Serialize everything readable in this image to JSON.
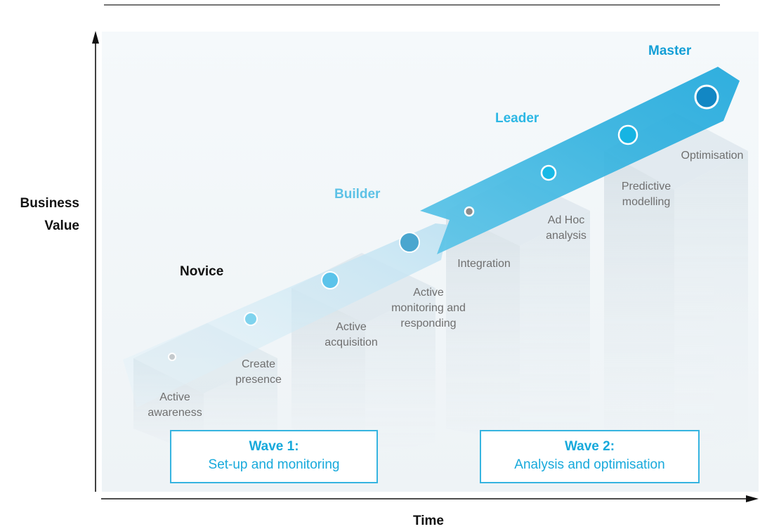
{
  "axes": {
    "y_label": [
      "Business",
      "Value"
    ],
    "x_label": "Time"
  },
  "stages": [
    {
      "name": "Novice",
      "color": "#111111"
    },
    {
      "name": "Builder",
      "color": "#5dc2e6"
    },
    {
      "name": "Leader",
      "color": "#2cb7e4"
    },
    {
      "name": "Master",
      "color": "#149fd6"
    }
  ],
  "steps": [
    {
      "lines": [
        "Active",
        "awareness"
      ],
      "dot_color": "#c4c9cc"
    },
    {
      "lines": [
        "Create",
        "presence"
      ],
      "dot_color": "#7fd3ee"
    },
    {
      "lines": [
        "Active",
        "acquisition"
      ],
      "dot_color": "#5bc3ea"
    },
    {
      "lines": [
        "Active",
        "monitoring and",
        "responding"
      ],
      "dot_color": "#4aa6cf"
    },
    {
      "lines": [
        "Integration"
      ],
      "dot_color": "#8c8c8c"
    },
    {
      "lines": [
        "Ad Hoc",
        "analysis"
      ],
      "dot_color": "#18b9e6"
    },
    {
      "lines": [
        "Predictive",
        "modelling"
      ],
      "dot_color": "#16b4e3"
    },
    {
      "lines": [
        "Optimisation"
      ],
      "dot_color": "#1287c4"
    }
  ],
  "waves": [
    {
      "title": "Wave 1:",
      "subtitle": "Set-up and monitoring"
    },
    {
      "title": "Wave 2:",
      "subtitle": "Analysis and optimisation"
    }
  ],
  "colors": {
    "arrow_light": "#d3ebf7",
    "arrow_dark": "#2ba9d8",
    "wave_border": "#36b4e0",
    "wave_text": "#17a9db"
  }
}
